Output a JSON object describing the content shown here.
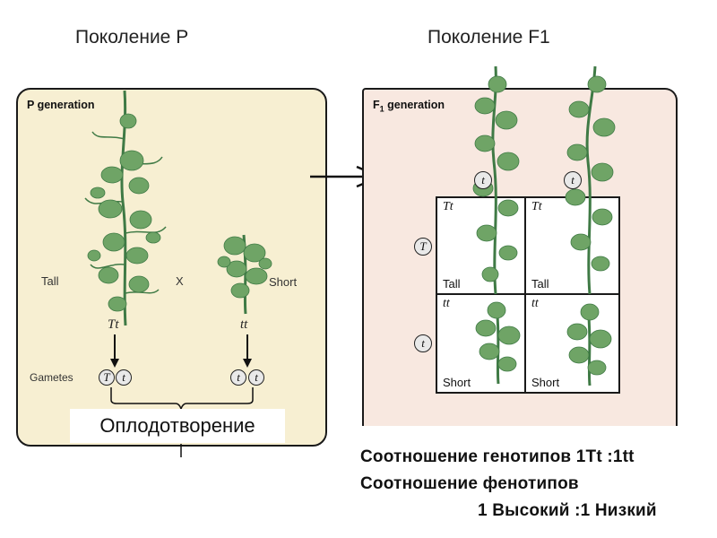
{
  "headings": {
    "p": "Поколение Р",
    "f1": "Поколение F1"
  },
  "p_panel": {
    "title": "P generation",
    "tall_label": "Tall",
    "short_label": "Short",
    "cross_symbol": "X",
    "tall_genotype": "Tt",
    "short_genotype": "tt",
    "gametes_label": "Gametes",
    "gametes_tall": [
      "T",
      "t"
    ],
    "gametes_short": [
      "t",
      "t"
    ],
    "fertilization": "Оплодотворение"
  },
  "f1_panel": {
    "title_main": "F",
    "title_sub": "1",
    "title_rest": " generation",
    "column_alleles": [
      "t",
      "t"
    ],
    "row_alleles": [
      "T",
      "t"
    ],
    "cells": [
      {
        "genotype": "Tt",
        "phenotype": "Tall"
      },
      {
        "genotype": "Tt",
        "phenotype": "Tall"
      },
      {
        "genotype": "tt",
        "phenotype": "Short"
      },
      {
        "genotype": "tt",
        "phenotype": "Short"
      }
    ]
  },
  "ratios": {
    "genotype": "Соотношение генотипов 1Tt :1tt",
    "phenotype": "Соотношение фенотипов",
    "phenotype_values": "1 Высокий :1 Низкий"
  },
  "colors": {
    "plant_leaf": "#6fa466",
    "plant_dark": "#3f7a45",
    "p_panel_bg": "#f7efd2",
    "f1_panel_bg": "#f8e8e0"
  }
}
